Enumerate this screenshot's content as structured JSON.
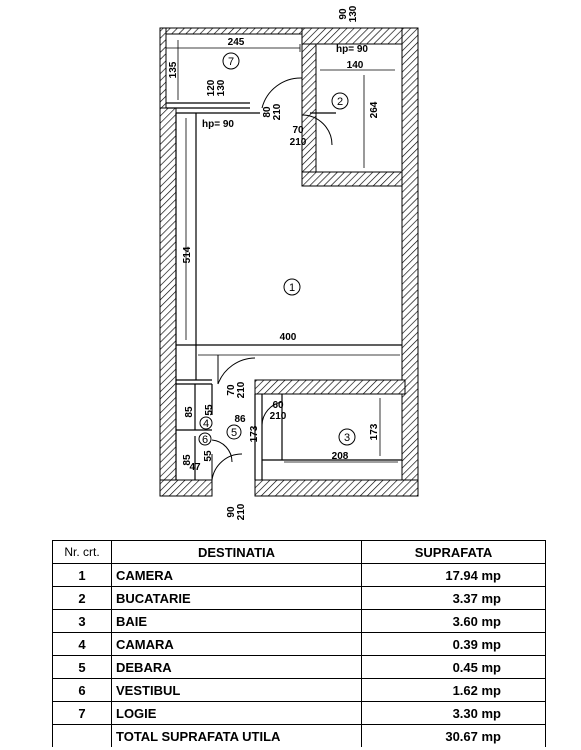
{
  "plan": {
    "top_dims": [
      "90",
      "130"
    ],
    "dims": {
      "logie_width": "245",
      "logie_height": "135",
      "logie_opening_a": "120",
      "logie_opening_b": "130",
      "kitchen_hp": "hp= 90",
      "kitchen_width": "140",
      "kitchen_height": "264",
      "door_a_w": "80",
      "door_a_h": "210",
      "door_b_w": "70",
      "door_b_h": "210",
      "room_hp": "hp= 90",
      "room_height": "514",
      "room_width": "400",
      "hall_door_w": "70",
      "hall_door_h": "210",
      "camara_h": "85",
      "camara_door_w": "55",
      "camara_door_h": "",
      "hall_w": "86",
      "hall_h": "173",
      "bath_door_w": "60",
      "bath_door_h": "210",
      "bath_h": "173",
      "bath_w": "208",
      "debara_h": "85",
      "debara_w": "47",
      "debara_door": "55",
      "entry_w": "90",
      "entry_h": "210"
    },
    "room_numbers": [
      "1",
      "2",
      "3",
      "4",
      "5",
      "6",
      "7"
    ]
  },
  "table": {
    "headers": {
      "nr": "Nr. crt.",
      "dest": "DESTINATIA",
      "area": "SUPRAFATA"
    },
    "rows": [
      {
        "nr": "1",
        "name": "CAMERA",
        "area": "17.94 mp"
      },
      {
        "nr": "2",
        "name": "BUCATARIE",
        "area": "3.37 mp"
      },
      {
        "nr": "3",
        "name": "BAIE",
        "area": "3.60 mp"
      },
      {
        "nr": "4",
        "name": "CAMARA",
        "area": "0.39 mp"
      },
      {
        "nr": "5",
        "name": "DEBARA",
        "area": "0.45 mp"
      },
      {
        "nr": "6",
        "name": "VESTIBUL",
        "area": "1.62 mp"
      },
      {
        "nr": "7",
        "name": "LOGIE",
        "area": "3.30 mp"
      }
    ],
    "total": {
      "label": "TOTAL SUPRAFATA UTILA",
      "area": "30.67 mp"
    }
  }
}
